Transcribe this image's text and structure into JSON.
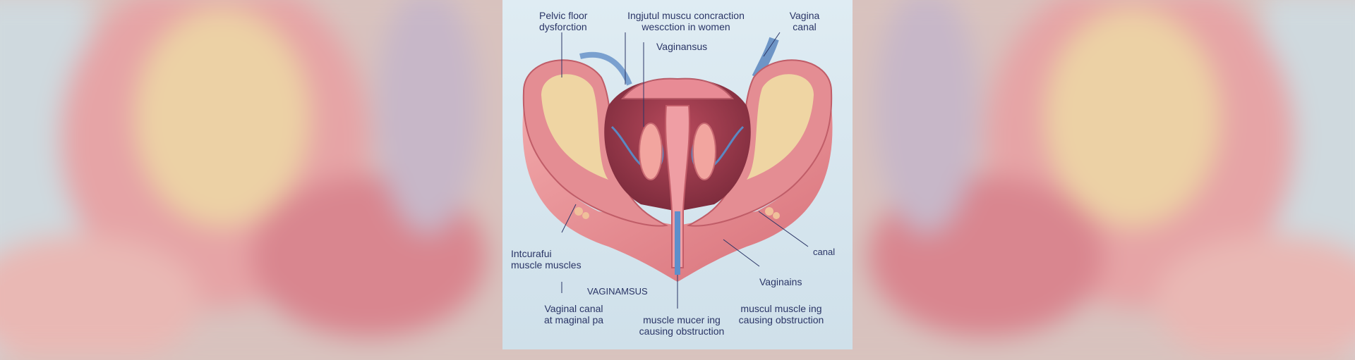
{
  "labels": {
    "pelvic_floor": [
      "Pelvic floor",
      "dysforction"
    ],
    "top_title": [
      "Ingjutul muscu concraction",
      "wescction in women"
    ],
    "vagina_canal": [
      "Vagina",
      "canal"
    ],
    "vaginansus_top": "Vaginansus",
    "canal_right": "canal",
    "extrauful": [
      "Intcurafui",
      "muscle muscles"
    ],
    "vaginamsus_mid": "VAGINAMSUS",
    "vaginains": "Vaginains",
    "vaginal_canal": [
      "Vaginal canal",
      "at maginal pa"
    ],
    "muscle_mucering": [
      "muscle mucer ing",
      "causing obstruction"
    ],
    "muscul_muscle": [
      "muscul muscle ing",
      "causing obstruction"
    ]
  },
  "colors": {
    "panel_bg": "#dbe9f1",
    "muscle": "#e98f94",
    "muscle_dark": "#c9656e",
    "bone": "#eed6a4",
    "vessel_blue": "#5b88c2",
    "text": "#2a3566"
  }
}
